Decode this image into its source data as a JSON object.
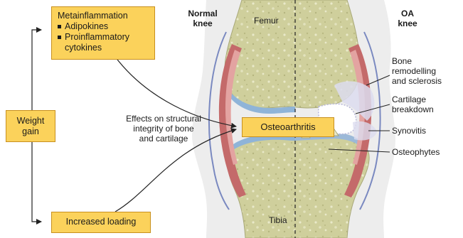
{
  "boxes": {
    "metainflammation": {
      "title": "Metainflammation",
      "items": [
        "Adipokines",
        "Proinflammatory",
        "cytokines"
      ]
    },
    "weight_gain": [
      "Weight",
      "gain"
    ],
    "increased_loading": "Increased loading",
    "osteoarthritis": "Osteoarthritis"
  },
  "effects_text": [
    "Effects on structural",
    "integrity of bone",
    "and cartilage"
  ],
  "knee_labels": {
    "normal": [
      "Normal",
      "knee"
    ],
    "oa": [
      "OA",
      "knee"
    ]
  },
  "bone_labels": {
    "femur": "Femur",
    "tibia": "Tibia"
  },
  "callouts": {
    "bone_remodelling": [
      "Bone",
      "remodelling",
      "and sclerosis"
    ],
    "cartilage_breakdown": [
      "Cartilage",
      "breakdown"
    ],
    "synovitis": "Synovitis",
    "osteophytes": "Osteophytes"
  }
}
